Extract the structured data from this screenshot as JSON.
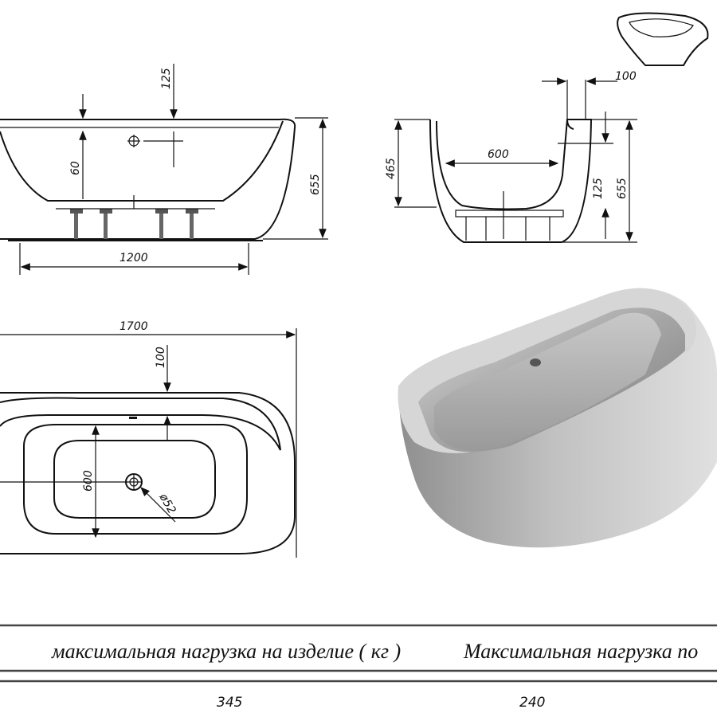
{
  "drawing": {
    "front_view": {
      "dims": {
        "overall_height": "655",
        "rim_to_overflow": "125",
        "overflow_offset": "60",
        "leg_span": "1200"
      }
    },
    "side_view": {
      "dims": {
        "top_width": "100",
        "inner_depth": "465",
        "inner_width": "600",
        "drain_height": "125",
        "overall_height": "655"
      }
    },
    "top_view": {
      "dims": {
        "length": "1700",
        "rim_offset": "100",
        "inner_width": "600",
        "drain_diameter": "ø52"
      }
    }
  },
  "table": {
    "headers": [
      "максимальная нагрузка на изделие ( кг )",
      "Максимальная нагрузка по"
    ],
    "values": [
      "345",
      "240"
    ]
  },
  "colors": {
    "line": "#111111",
    "render": "#a9a9a9"
  }
}
